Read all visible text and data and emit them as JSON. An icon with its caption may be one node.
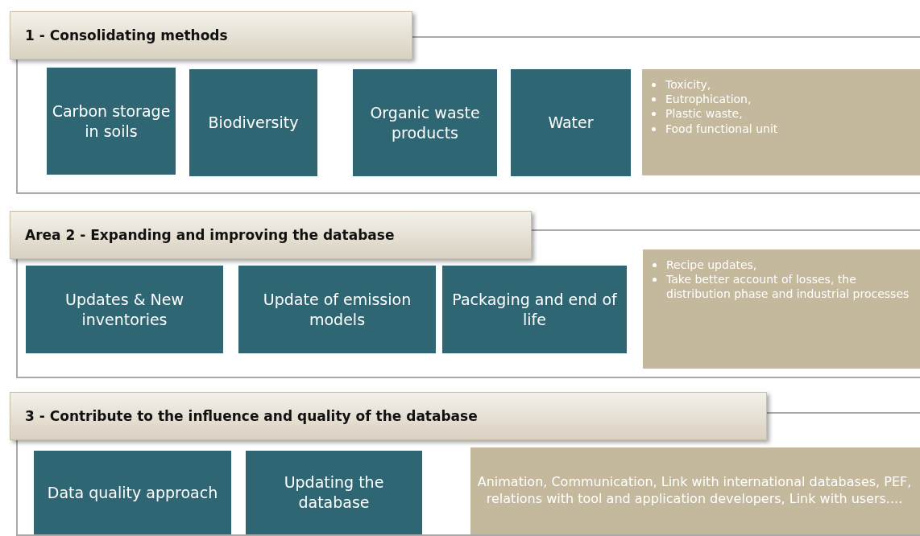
{
  "diagram": {
    "nodes": [
      {
        "text": [
          "1 - Consolidating methods"
        ]
      },
      {
        "text": [
          "Carbon storage in soils"
        ],
        "in": 0
      },
      {
        "text": [
          "Biodiversity"
        ],
        "in": 0
      },
      {
        "text": [
          "Organic waste products"
        ],
        "in": 0
      },
      {
        "text": [
          "Water"
        ],
        "in": 0
      },
      {
        "text": [
          "Toxicity,",
          "Eutrophication,",
          "Plastic waste,",
          "Food functional unit"
        ],
        "in": 0
      },
      {
        "text": [
          "Area 2 - Expanding and improving the database"
        ]
      },
      {
        "text": [
          "Updates & New inventories"
        ],
        "in": 6
      },
      {
        "text": [
          "Update of emission models"
        ],
        "in": 6
      },
      {
        "text": [
          "Packaging and end of life"
        ],
        "in": 6
      },
      {
        "text": [
          "Recipe updates,",
          "Take better account of losses, the distribution phase and industrial processes"
        ],
        "in": 6
      },
      {
        "text": [
          "3 - Contribute to the influence and quality of the database"
        ]
      },
      {
        "text": [
          "Data quality approach"
        ],
        "in": 11
      },
      {
        "text": [
          "Updating the database"
        ],
        "in": 11
      },
      {
        "text": [
          "Animation, Communication, Link with international databases, PEF, relations with tool and application developers, Link with users...."
        ],
        "in": 11
      }
    ],
    "edges": []
  }
}
